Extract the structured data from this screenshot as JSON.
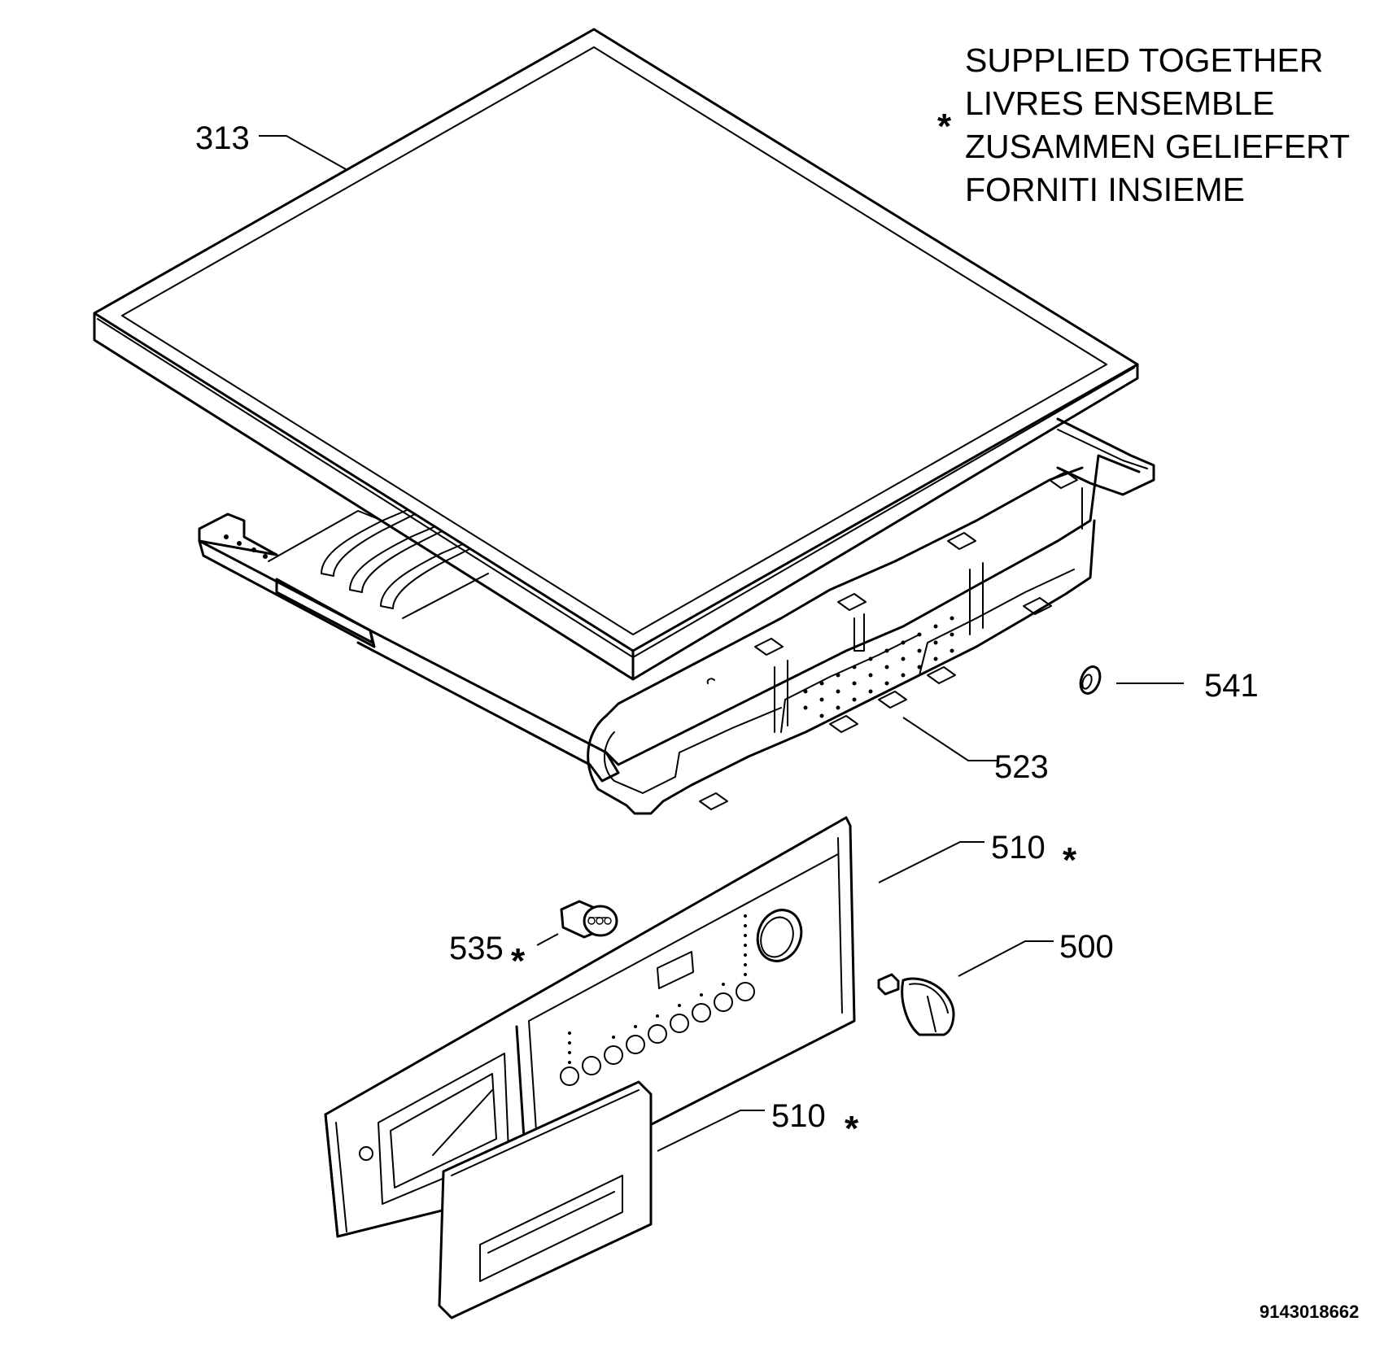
{
  "note": {
    "symbol": "*",
    "lines": [
      "SUPPLIED TOGETHER",
      "LIVRES ENSEMBLE",
      "ZUSAMMEN GELIEFERT",
      "FORNITI INSIEME"
    ]
  },
  "parts": {
    "p313": {
      "label": "313"
    },
    "p541": {
      "label": "541"
    },
    "p523": {
      "label": "523"
    },
    "p510a": {
      "label": "510",
      "marker": "*"
    },
    "p535": {
      "label": "535",
      "marker": "*"
    },
    "p500": {
      "label": "500"
    },
    "p510b": {
      "label": "510",
      "marker": "*"
    }
  },
  "drawing_number": "9143018662"
}
